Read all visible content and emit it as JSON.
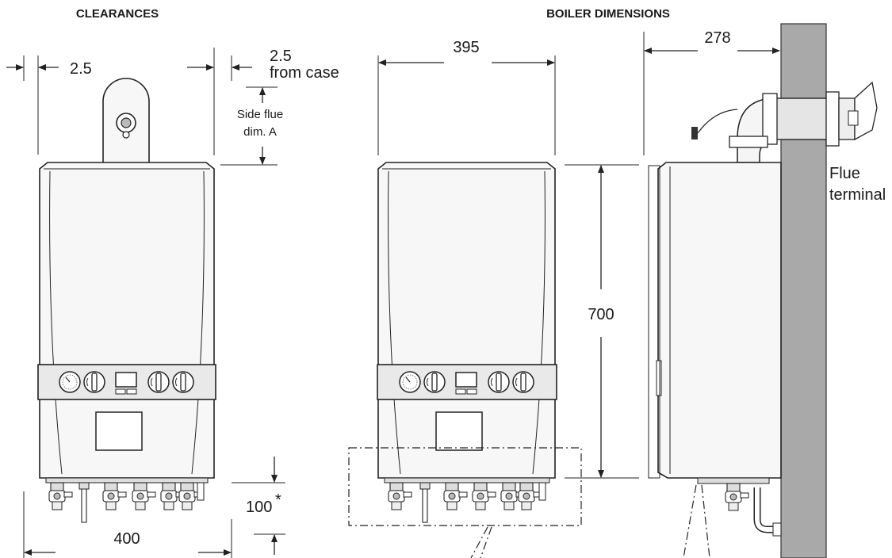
{
  "titles": {
    "clearances": "CLEARANCES",
    "boiler_dimensions": "BOILER DIMENSIONS"
  },
  "clearances": {
    "top_side_gap": "2.5",
    "right_gap": "2.5",
    "right_gap_note": "from case",
    "side_flue_line1": "Side flue",
    "side_flue_line2": "dim. A",
    "bottom": "100",
    "bottom_marker": "*",
    "width": "400"
  },
  "dimensions": {
    "width": "395",
    "height": "700",
    "depth": "278",
    "flue_line1": "Flue",
    "flue_line2": "terminal"
  }
}
